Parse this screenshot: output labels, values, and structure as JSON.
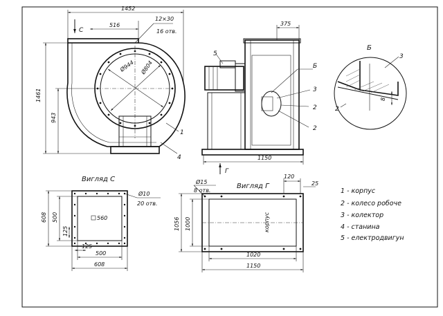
{
  "front_view": {
    "dims": {
      "width_total": "1452",
      "outlet_width": "516",
      "flange_bolts": "12×30",
      "flange_holes": "16 отв.",
      "height_total": "1461",
      "axis_height": "943",
      "diam_outer": "Ø944",
      "diam_inner": "Ø804"
    },
    "view_marker": "С",
    "callout_1": "1",
    "callout_4": "4"
  },
  "side_view": {
    "dims": {
      "outlet_depth": "375",
      "base_length": "1150"
    },
    "callout_5": "5",
    "callout_b": "Б",
    "callout_3": "3",
    "callout_2a": "2",
    "callout_2b": "2",
    "view_marker": "Г"
  },
  "detail_b": {
    "title": "Б",
    "callout_3": "3",
    "callout_2": "2",
    "dim_8": "8"
  },
  "view_c": {
    "title": "Вигляд С",
    "hole_diam": "Ø10",
    "hole_count": "20 отв.",
    "dim_608_v": "608",
    "dim_500_v": "500",
    "dim_125_v": "125",
    "dim_560": "560",
    "dim_125_h": "125",
    "dim_500_h": "500",
    "dim_608_h": "608"
  },
  "view_g": {
    "title": "Вигляд Г",
    "hole_diam": "Ø15",
    "hole_count": "8 отв.",
    "dim_120": "120",
    "dim_25": "25",
    "dim_1056": "1056",
    "dim_1000": "1000",
    "inner_label": "корпус",
    "dim_1020": "1020",
    "dim_1150": "1150"
  },
  "legend": [
    "1 - корпус",
    "2 - колесо робоче",
    "3 - колектор",
    "4 - станина",
    "5 - електродвигун"
  ]
}
